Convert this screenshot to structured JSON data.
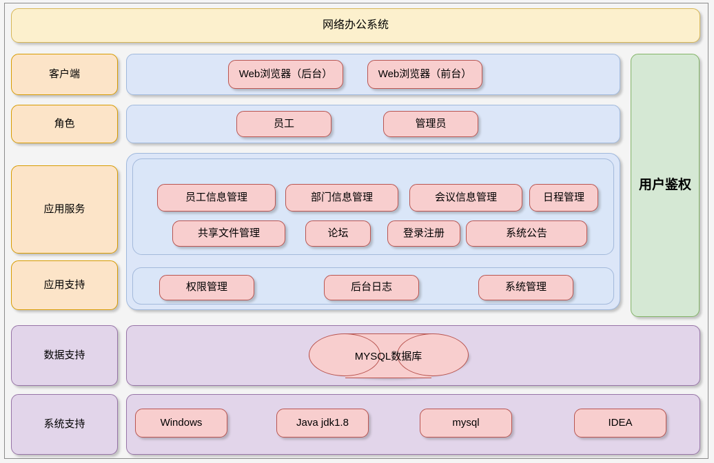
{
  "diagram": {
    "title": "网络办公系统",
    "auth_panel": "用户鉴权",
    "layers": [
      {
        "name": "客户端"
      },
      {
        "name": "角色"
      },
      {
        "name": "应用服务"
      },
      {
        "name": "应用支持"
      },
      {
        "name": "数据支持"
      },
      {
        "name": "系统支持"
      }
    ],
    "client_row": [
      "Web浏览器（后台）",
      "Web浏览器（前台）"
    ],
    "role_row": [
      "员工",
      "管理员"
    ],
    "service_row_1": [
      "员工信息管理",
      "部门信息管理",
      "会议信息管理",
      "日程管理"
    ],
    "service_row_2": [
      "共享文件管理",
      "论坛",
      "登录注册",
      "系统公告"
    ],
    "support_row": [
      "权限管理",
      "后台日志",
      "系统管理"
    ],
    "data_row": [
      "MYSQL数据库"
    ],
    "system_row": [
      "Windows",
      "Java jdk1.8",
      "mysql",
      "IDEA"
    ]
  },
  "colors": {
    "title_fill": "#FCF0CD",
    "title_stroke": "#D6B656",
    "layer_fill_orange": "#FCE4C8",
    "layer_stroke_orange": "#D79B00",
    "layer_fill_purple": "#E2D5EA",
    "layer_stroke_purple": "#9673A6",
    "container_fill_blue": "#DCE6F8",
    "container_stroke_blue": "#9FB8DC",
    "node_fill_pink": "#F8CECE",
    "node_stroke_pink": "#B85450",
    "auth_fill_green": "#D5E8D4",
    "auth_stroke_green": "#82B366",
    "background": "#F4F4F4"
  }
}
